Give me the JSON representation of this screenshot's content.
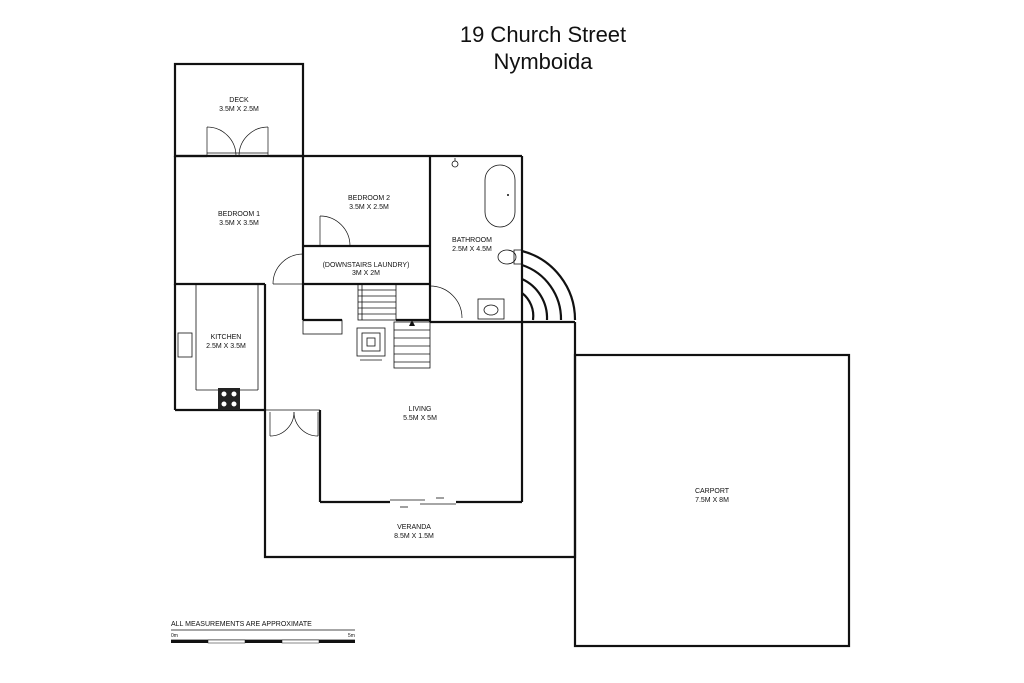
{
  "header": {
    "address_line1": "19 Church Street",
    "address_line2": "Nymboida"
  },
  "rooms": {
    "deck": {
      "name": "DECK",
      "size": "3.5M X 2.5M"
    },
    "bedroom1": {
      "name": "BEDROOM 1",
      "size": "3.5M X 3.5M"
    },
    "bedroom2": {
      "name": "BEDROOM 2",
      "size": "3.5M X 2.5M"
    },
    "bathroom": {
      "name": "BATHROOM",
      "size": "2.5M X 4.5M"
    },
    "laundry": {
      "name": "(DOWNSTAIRS LAUNDRY)",
      "size": "3M X 2M"
    },
    "kitchen": {
      "name": "KITCHEN",
      "size": "2.5M X 3.5M"
    },
    "living": {
      "name": "LIVING",
      "size": "5.5M X 5M"
    },
    "veranda": {
      "name": "VERANDA",
      "size": "8.5M X 1.5M"
    },
    "carport": {
      "name": "CARPORT",
      "size": "7.5M X 8M"
    }
  },
  "footer": {
    "note": "ALL MEASUREMENTS ARE APPROXIMATE",
    "scale_start": "0m",
    "scale_end": "5m"
  }
}
